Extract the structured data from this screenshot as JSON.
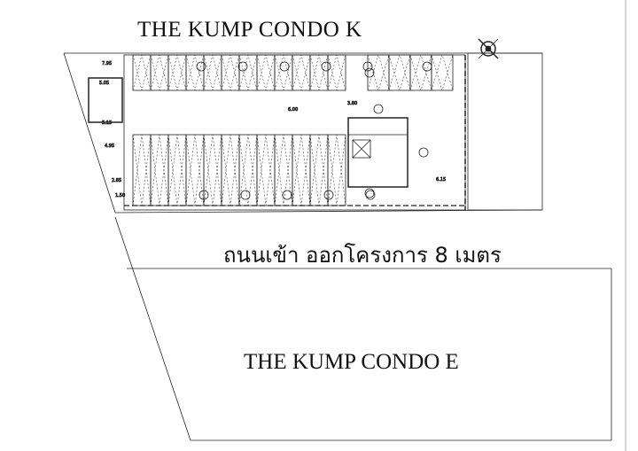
{
  "titles": {
    "building_top": "THE KUMP CONDO K",
    "road": "ถนนเข้า ออกโครงการ 8 เมตร",
    "building_bottom": "THE KUMP CONDO E"
  },
  "dimensions": {
    "left_top": "7.95",
    "left_1": "5.05",
    "left_2": "5.15",
    "left_3": "4.95",
    "left_4": "2.85",
    "left_5": "1.50",
    "aisle": "6.00",
    "right_aisle": "3.80",
    "right_bottom": "6.15"
  },
  "icons": {
    "compass": "north-arrow-icon"
  },
  "colors": {
    "line": "#222222",
    "background": "#ffffff"
  }
}
